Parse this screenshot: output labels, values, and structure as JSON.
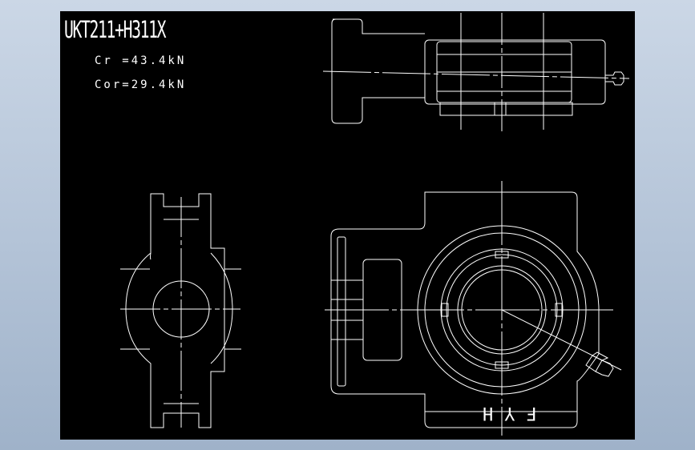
{
  "drawing": {
    "title": "UKT211+H311X",
    "cr_label": "Cr =43.4kN",
    "cor_label": "Cor=29.4kN",
    "brand_mark": "FYH"
  },
  "colors": {
    "background": "#000000",
    "line": "#ffffff",
    "desktop": "#b8c6d8"
  }
}
